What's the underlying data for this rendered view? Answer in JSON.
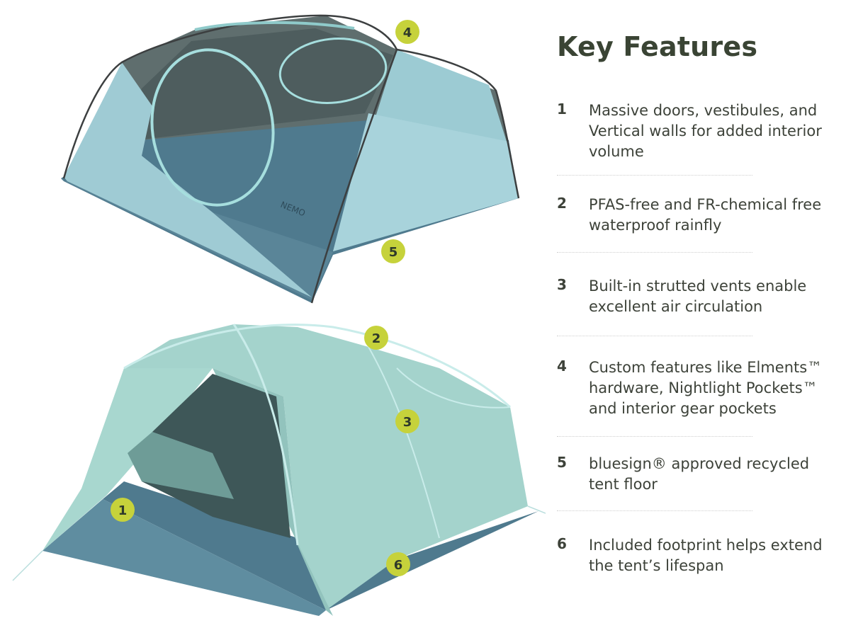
{
  "panel": {
    "title": "Key Features",
    "features": [
      {
        "number": "1",
        "text": "Massive doors, vestibules, and Vertical walls for added interior volume"
      },
      {
        "number": "2",
        "text": "PFAS-free and FR-chemical free waterproof rainfly"
      },
      {
        "number": "3",
        "text": "Built-in strutted vents enable excellent air circulation"
      },
      {
        "number": "4",
        "text": "Custom features like Elments™ hardware, Nightlight Pockets™ and interior gear pockets"
      },
      {
        "number": "5",
        "text": "bluesign® approved recycled tent floor"
      },
      {
        "number": "6",
        "text": "Included footprint helps extend the tent’s lifespan"
      }
    ]
  },
  "illustration": {
    "brand_logo_text": "NEMO",
    "markers": [
      "4",
      "5",
      "2",
      "3",
      "1",
      "6"
    ]
  },
  "colors": {
    "marker_fill": "#c6d23b",
    "mesh": "#5d6c6c",
    "floor": "#4f7a8e",
    "fly": "#9fcfca",
    "pole": "#3c3f40",
    "text": "#3d4239",
    "title": "#3a4434"
  }
}
